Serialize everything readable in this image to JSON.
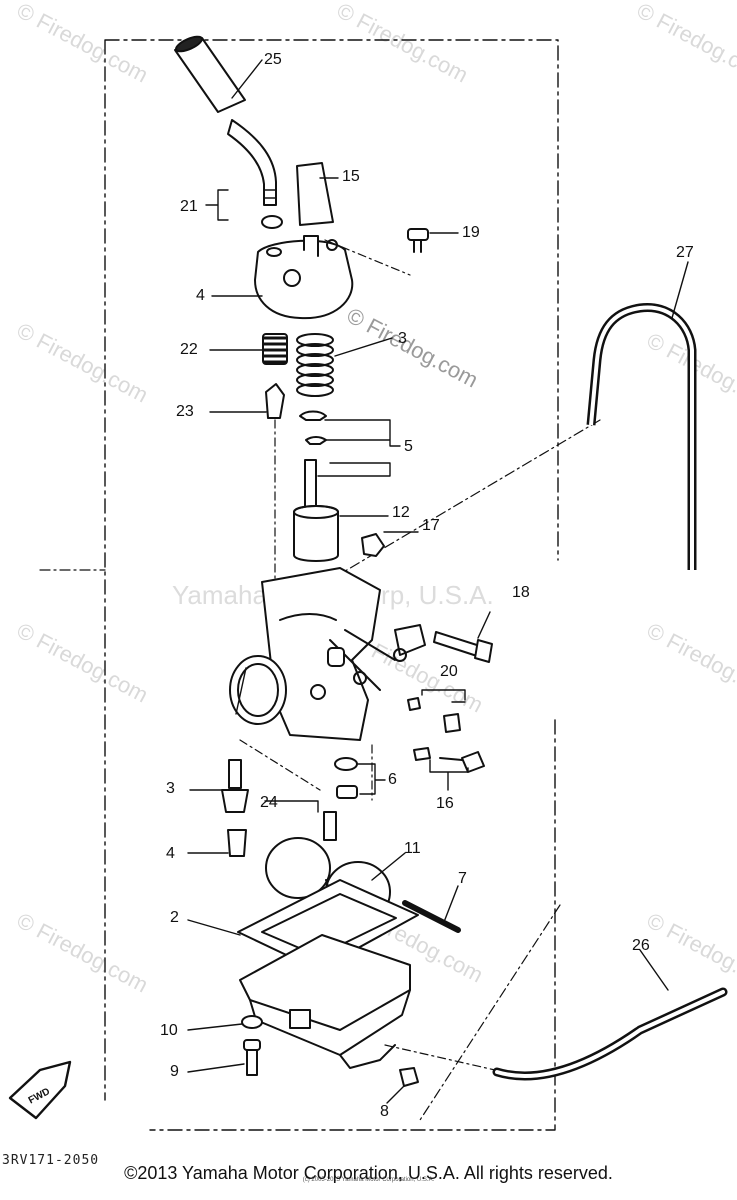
{
  "watermarks": {
    "corner": "© Firedog.com",
    "center": "© Firedog.com",
    "brand": "Yamaha Motor Corp, U.S.A."
  },
  "diagram": {
    "figure_code": "3RV171-2050",
    "fwd_label": "FWD",
    "small_copyright": "(c) 2005-2015 Yamaha Motor Corporation, U.S.A.",
    "callouts": [
      "25",
      "15",
      "21",
      "19",
      "27",
      "4",
      "3",
      "22",
      "23",
      "5",
      "12",
      "17",
      "18",
      "20",
      "6",
      "16",
      "3",
      "24",
      "4",
      "11",
      "7",
      "2",
      "26",
      "10",
      "9",
      "8"
    ]
  },
  "footer": "©2013 Yamaha Motor Corporation, U.S.A. All rights reserved.",
  "colors": {
    "ink": "#111111",
    "watermark": "#d9d9d9"
  }
}
